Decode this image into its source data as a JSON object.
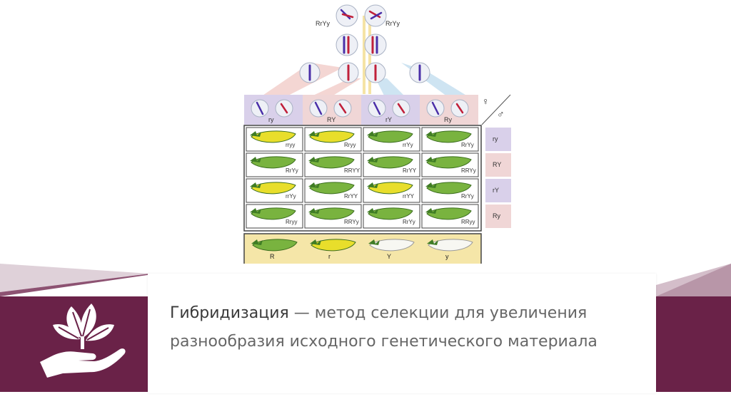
{
  "colors": {
    "accent": "#6a2248",
    "accent_light": "#a77b93",
    "gamete_ry": "#d9d0ea",
    "gamete_RY": "#f0d8d8",
    "pea_green": "#6aa83a",
    "pea_yellow": "#e5dc2a"
  },
  "diagram": {
    "parents": [
      "RrYy",
      "RrYy"
    ],
    "female_symbol": "♀",
    "male_symbol": "♂",
    "gametes": [
      "ry",
      "RY",
      "rY",
      "Ry"
    ],
    "rows": [
      {
        "gamete": "ry",
        "cells": [
          {
            "genotype": "rryy",
            "color": "yellow",
            "shape": "wrinkled"
          },
          {
            "genotype": "Rryy",
            "color": "yellow",
            "shape": "round"
          },
          {
            "genotype": "rrYy",
            "color": "green",
            "shape": "wrinkled"
          },
          {
            "genotype": "RrYy",
            "color": "green",
            "shape": "round"
          }
        ]
      },
      {
        "gamete": "RY",
        "cells": [
          {
            "genotype": "RrYy",
            "color": "green",
            "shape": "round"
          },
          {
            "genotype": "RRYY",
            "color": "green",
            "shape": "round"
          },
          {
            "genotype": "RrYY",
            "color": "green",
            "shape": "round"
          },
          {
            "genotype": "RRYy",
            "color": "green",
            "shape": "round"
          }
        ]
      },
      {
        "gamete": "rY",
        "cells": [
          {
            "genotype": "rrYy",
            "color": "yellow",
            "shape": "wrinkled"
          },
          {
            "genotype": "RrYY",
            "color": "green",
            "shape": "round"
          },
          {
            "genotype": "rrYY",
            "color": "yellow",
            "shape": "wrinkled"
          },
          {
            "genotype": "RrYy",
            "color": "green",
            "shape": "round"
          }
        ]
      },
      {
        "gamete": "Ry",
        "cells": [
          {
            "genotype": "Rryy",
            "color": "green",
            "shape": "round"
          },
          {
            "genotype": "RRYy",
            "color": "green",
            "shape": "round"
          },
          {
            "genotype": "RrYy",
            "color": "green",
            "shape": "round"
          },
          {
            "genotype": "RRyy",
            "color": "green",
            "shape": "round"
          }
        ]
      }
    ],
    "phenotype_legend": [
      {
        "label": "R",
        "color": "green"
      },
      {
        "label": "r",
        "color": "yellow"
      },
      {
        "label": "Y",
        "color": "white"
      },
      {
        "label": "y",
        "color": "white"
      }
    ]
  },
  "definition": {
    "term": "Гибридизация",
    "rest": " — метод селекции для увеличения разнообразия исходного генетического материала"
  },
  "icon": "plant-in-hand-icon"
}
